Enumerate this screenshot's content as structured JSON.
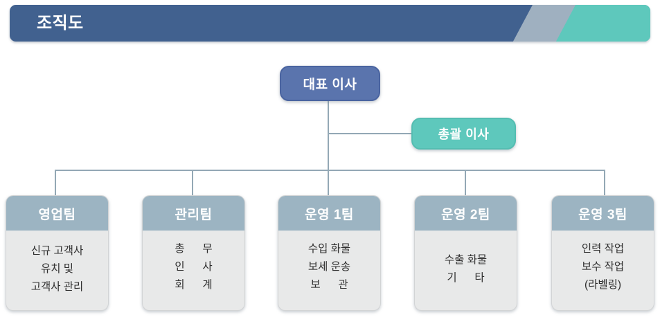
{
  "banner": {
    "title": "조직도",
    "bar_color": "#41618f",
    "stripe_color": "#9fb0c0",
    "accent_color": "#5ec8bc"
  },
  "chart": {
    "type": "org-chart",
    "executives": [
      {
        "id": "ceo",
        "label": "대표 이사",
        "color": "#5a74ad",
        "text_color": "#ffffff"
      },
      {
        "id": "managing-director",
        "label": "총괄 이사",
        "color": "#5ec8bc",
        "text_color": "#ffffff"
      }
    ],
    "teams": [
      {
        "id": "sales-team",
        "header": "영업팀",
        "header_color": "#9cb4c2",
        "body_color": "#e8e9e9",
        "lines": [
          "신규 고객사",
          "유치 및",
          "고객사 관리"
        ],
        "align": "center"
      },
      {
        "id": "management-team",
        "header": "관리팀",
        "header_color": "#9cb4c2",
        "body_color": "#e8e9e9",
        "lines": [
          "총      무",
          "인      사",
          "회      계"
        ],
        "align": "top"
      },
      {
        "id": "operations-team-1",
        "header": "운영 1팀",
        "header_color": "#9cb4c2",
        "body_color": "#e8e9e9",
        "lines": [
          "수입 화물",
          "보세 운송",
          "보      관"
        ],
        "align": "top"
      },
      {
        "id": "operations-team-2",
        "header": "운영 2팀",
        "header_color": "#9cb4c2",
        "body_color": "#e8e9e9",
        "lines": [
          "수출 화물",
          "기      타"
        ],
        "align": "center"
      },
      {
        "id": "operations-team-3",
        "header": "운영 3팀",
        "header_color": "#9cb4c2",
        "body_color": "#e8e9e9",
        "lines": [
          "인력 작업",
          "보수 작업",
          "(라벨링)"
        ],
        "align": "top"
      }
    ],
    "connector_color": "#93a8b5"
  }
}
